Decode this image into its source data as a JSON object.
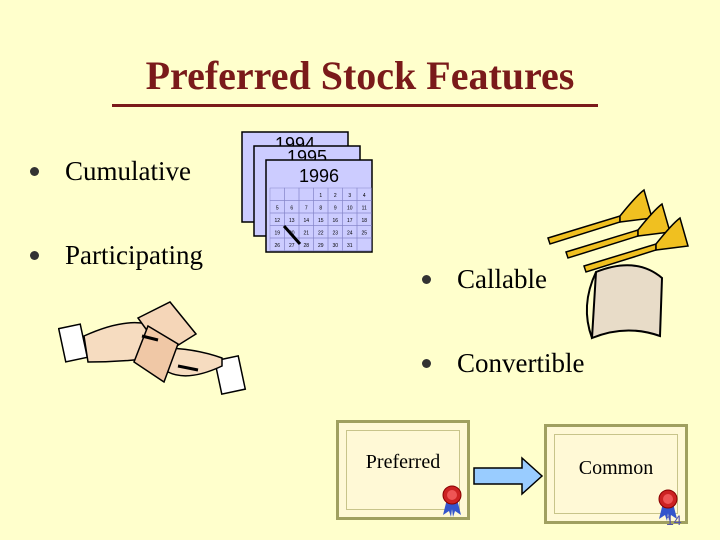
{
  "slide": {
    "title": "Preferred Stock Features",
    "slide_number": "14"
  },
  "bullets": {
    "cumulative": "Cumulative",
    "participating": "Participating",
    "callable": "Callable",
    "convertible": "Convertible"
  },
  "calendar": {
    "years": [
      "1994",
      "1995",
      "1996"
    ],
    "rows": [
      [
        "",
        "",
        "",
        "1",
        "2",
        "3",
        "4"
      ],
      [
        "5",
        "6",
        "7",
        "8",
        "9",
        "10",
        "11"
      ],
      [
        "12",
        "13",
        "14",
        "15",
        "16",
        "17",
        "18"
      ],
      [
        "19",
        "20",
        "21",
        "22",
        "23",
        "24",
        "25"
      ],
      [
        "26",
        "27",
        "28",
        "29",
        "30",
        "31",
        ""
      ]
    ]
  },
  "certificates": {
    "preferred": "Preferred",
    "common": "Common"
  },
  "colors": {
    "background": "#ffffcc",
    "title": "#7a1a1a",
    "calendar": "#ccccff",
    "arrow": "#99ccff"
  }
}
